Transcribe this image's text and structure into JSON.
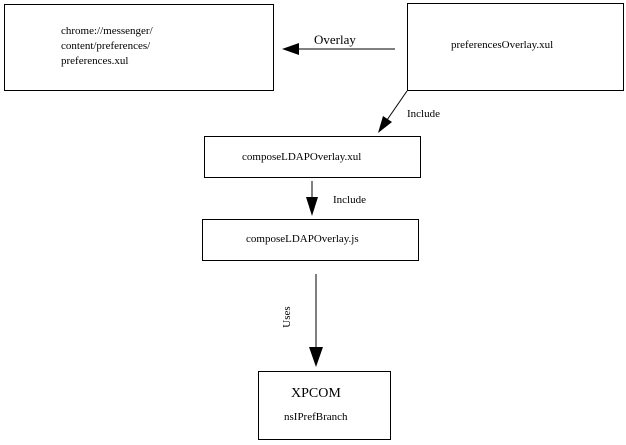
{
  "nodes": {
    "chrome_url": {
      "line1": "chrome://messenger/",
      "line2": "content/preferences/",
      "line3": "preferences.xul"
    },
    "preferences_overlay": {
      "label": "preferencesOverlay.xul"
    },
    "compose_ldap_xul": {
      "label": "composeLDAPOverlay.xul"
    },
    "compose_ldap_js": {
      "label": "composeLDAPOverlay.js"
    },
    "xpcom": {
      "title": "XPCOM",
      "subtitle": "nsIPrefBranch"
    }
  },
  "edges": {
    "overlay": "Overlay",
    "include_1": "Include",
    "include_2": "Include",
    "uses": "Uses"
  }
}
